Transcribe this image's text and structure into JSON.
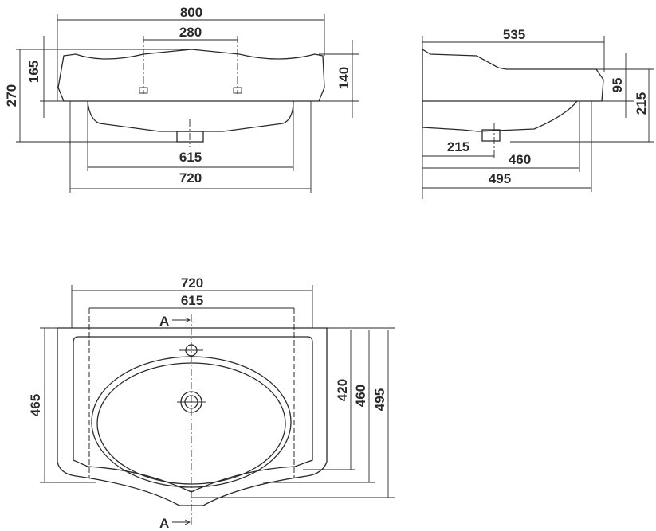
{
  "front_view": {
    "overall_width": "800",
    "tap_spacing": "280",
    "rim_height": "165",
    "total_height": "270",
    "side_height": "140",
    "inner_width": "615",
    "bowl_width": "720"
  },
  "side_view": {
    "overall_depth": "535",
    "rim_thickness": "95",
    "total_height": "215",
    "drain_offset": "215",
    "bowl_depth": "460",
    "body_depth": "495"
  },
  "plan_view": {
    "bowl_width": "720",
    "inner_width": "615",
    "section_mark_top": "A",
    "section_mark_bottom": "A",
    "left_depth": "465",
    "inner_depth": "420",
    "mid_depth": "460",
    "overall_depth": "495"
  }
}
